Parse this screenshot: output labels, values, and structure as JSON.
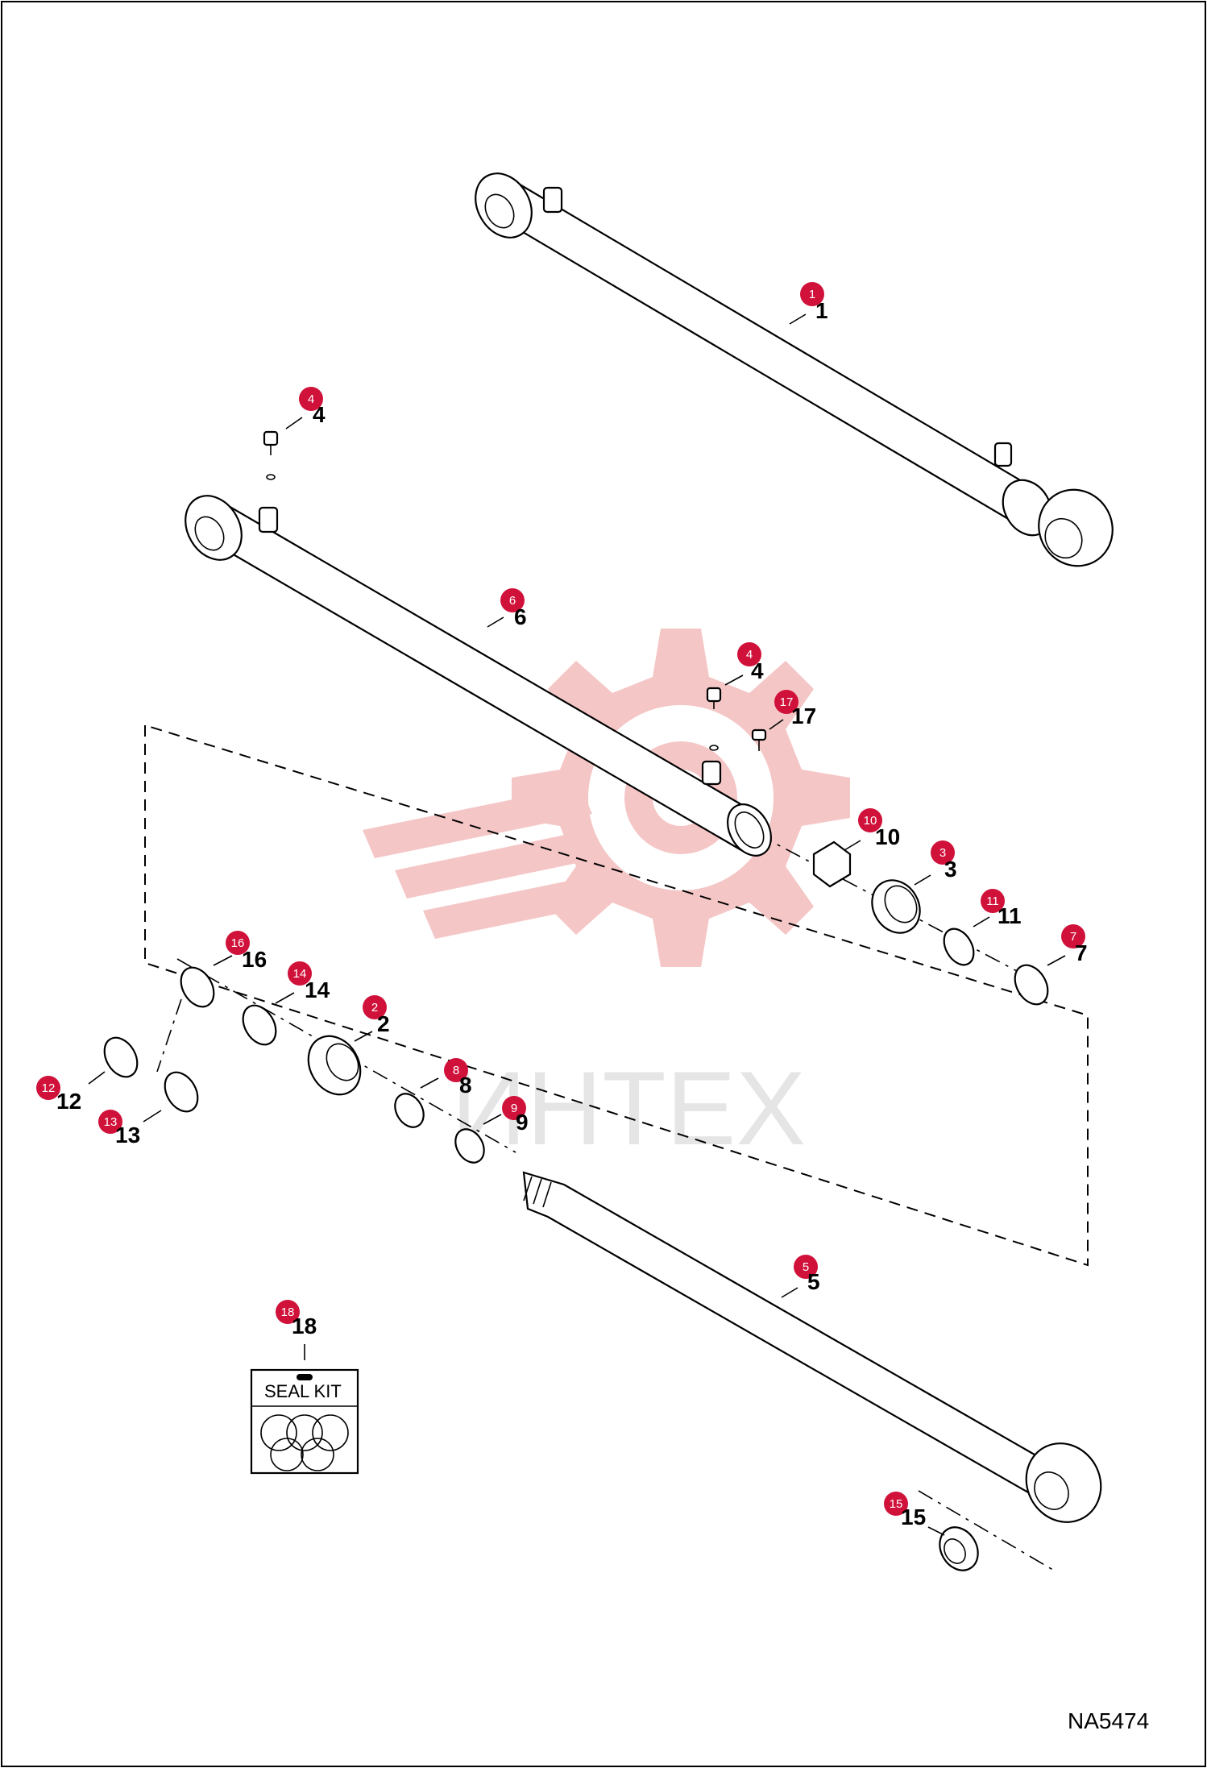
{
  "drawing_code": "NA5474",
  "watermark_text": "ИНТЕХ",
  "seal_kit_label": "SEAL KIT",
  "colors": {
    "badge": "#d0113a",
    "watermark": "#f2b3b3",
    "line": "#000000"
  },
  "callouts": [
    {
      "id": "c1",
      "badge": "1",
      "label": "1"
    },
    {
      "id": "c4a",
      "badge": "4",
      "label": "4"
    },
    {
      "id": "c6",
      "badge": "6",
      "label": "6"
    },
    {
      "id": "c4b",
      "badge": "4",
      "label": "4"
    },
    {
      "id": "c17",
      "badge": "17",
      "label": "17"
    },
    {
      "id": "c10",
      "badge": "10",
      "label": "10"
    },
    {
      "id": "c3",
      "badge": "3",
      "label": "3"
    },
    {
      "id": "c11",
      "badge": "11",
      "label": "11"
    },
    {
      "id": "c7",
      "badge": "7",
      "label": "7"
    },
    {
      "id": "c16",
      "badge": "16",
      "label": "16"
    },
    {
      "id": "c14",
      "badge": "14",
      "label": "14"
    },
    {
      "id": "c2",
      "badge": "2",
      "label": "2"
    },
    {
      "id": "c12",
      "badge": "12",
      "label": "12"
    },
    {
      "id": "c13",
      "badge": "13",
      "label": "13"
    },
    {
      "id": "c8",
      "badge": "8",
      "label": "8"
    },
    {
      "id": "c9",
      "badge": "9",
      "label": "9"
    },
    {
      "id": "c5",
      "badge": "5",
      "label": "5"
    },
    {
      "id": "c18",
      "badge": "18",
      "label": "18"
    },
    {
      "id": "c15",
      "badge": "15",
      "label": "15"
    }
  ]
}
